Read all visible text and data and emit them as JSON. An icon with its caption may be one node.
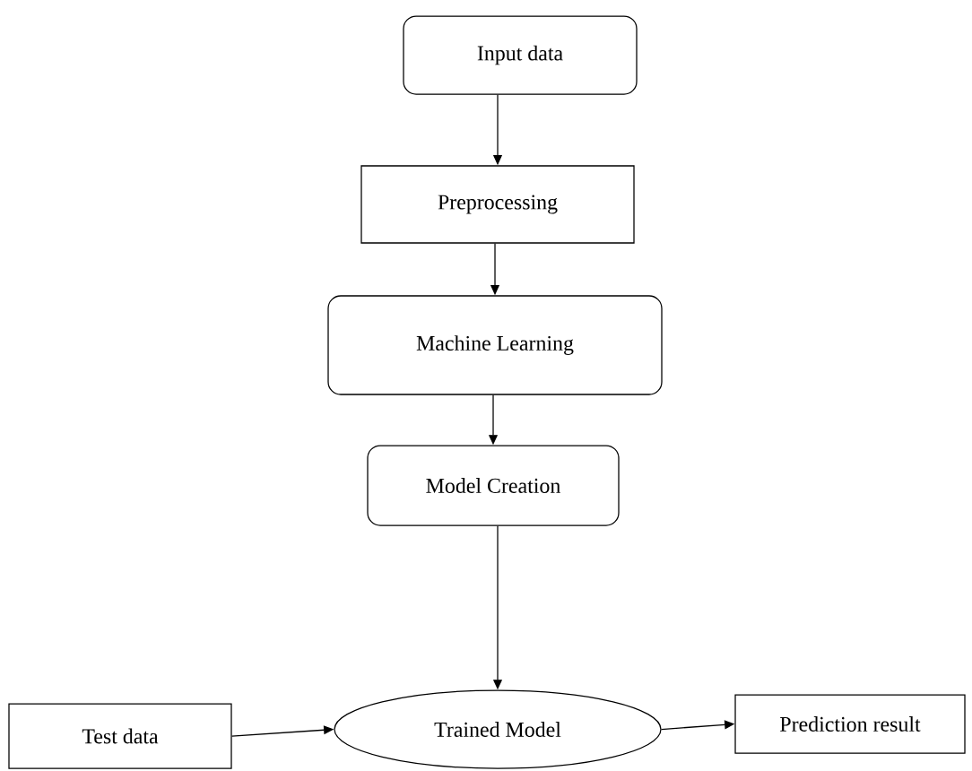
{
  "diagram": {
    "nodes": [
      {
        "text": [
          "Input data"
        ]
      },
      {
        "text": [
          "Preprocessing"
        ]
      },
      {
        "text": [
          "Machine Learning"
        ]
      },
      {
        "text": [
          "Model Creation"
        ]
      },
      {
        "text": [
          "Test data"
        ]
      },
      {
        "text": [
          "Trained Model"
        ]
      },
      {
        "text": [
          "Prediction result"
        ]
      }
    ],
    "edges": [
      {
        "from": 0,
        "to": 1,
        "arrow": "to"
      },
      {
        "from": 1,
        "to": 2,
        "arrow": "to"
      },
      {
        "from": 2,
        "to": 3,
        "arrow": "to"
      },
      {
        "from": 3,
        "to": 5,
        "arrow": "to"
      },
      {
        "from": 4,
        "to": 5,
        "arrow": "to"
      },
      {
        "from": 5,
        "to": 6,
        "arrow": "to"
      }
    ]
  }
}
